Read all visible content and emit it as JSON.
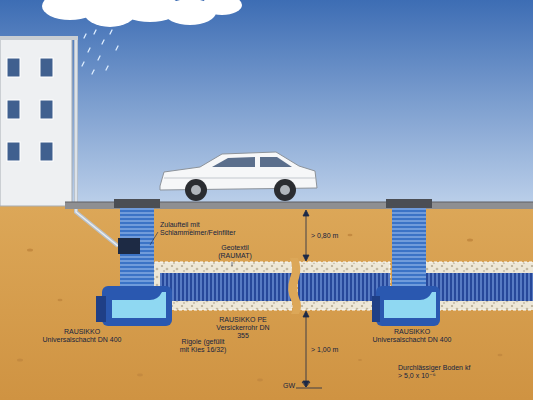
{
  "diagram": {
    "labels": [
      "Zulaufteil mit Schlammeimer/Feinfilter",
      "Geotextil (RAUMAT)",
      "> 0,80 m",
      "RAUSIKKO Universalschacht DN 400",
      "Rigole (gefüllt mit Kies 16/32)",
      "RAUSIKKO PE Versickerrohr DN 355",
      "> 1,00 m",
      "RAUSIKKO Universalschacht DN 400",
      "Durchlässiger Boden kf > 5,0 x 10⁻⁶",
      "GW"
    ]
  }
}
